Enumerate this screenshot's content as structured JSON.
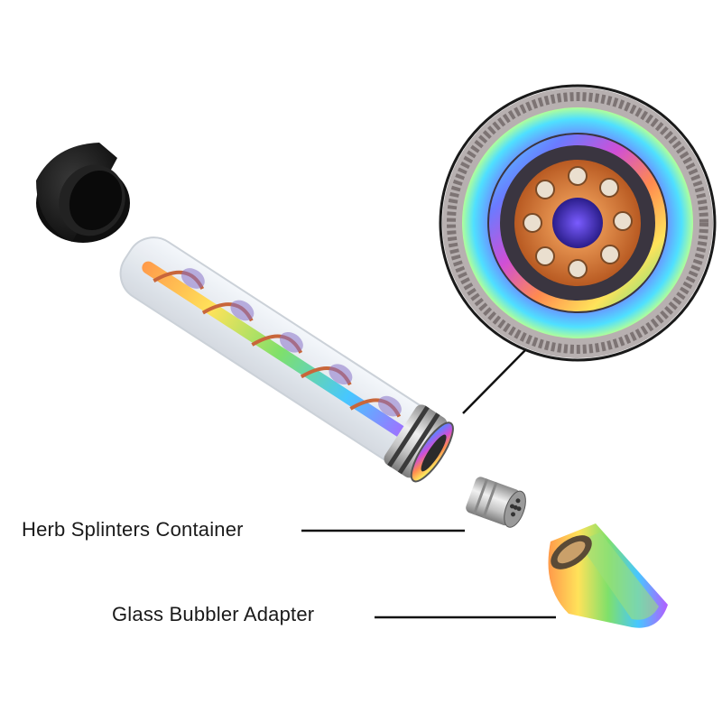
{
  "labels": {
    "herb_splinters": "Herb Splinters Container",
    "glass_bubbler": "Glass Bubbler Adapter"
  },
  "parts": [
    {
      "name": "black-cap"
    },
    {
      "name": "glass-tube-with-spiral"
    },
    {
      "name": "herb-splinters-container"
    },
    {
      "name": "glass-bubbler-adapter"
    },
    {
      "name": "magnified-end-view"
    }
  ],
  "colors": {
    "cap": "#151515",
    "leader_line": "#111111",
    "metal": "#b8b8b8"
  }
}
